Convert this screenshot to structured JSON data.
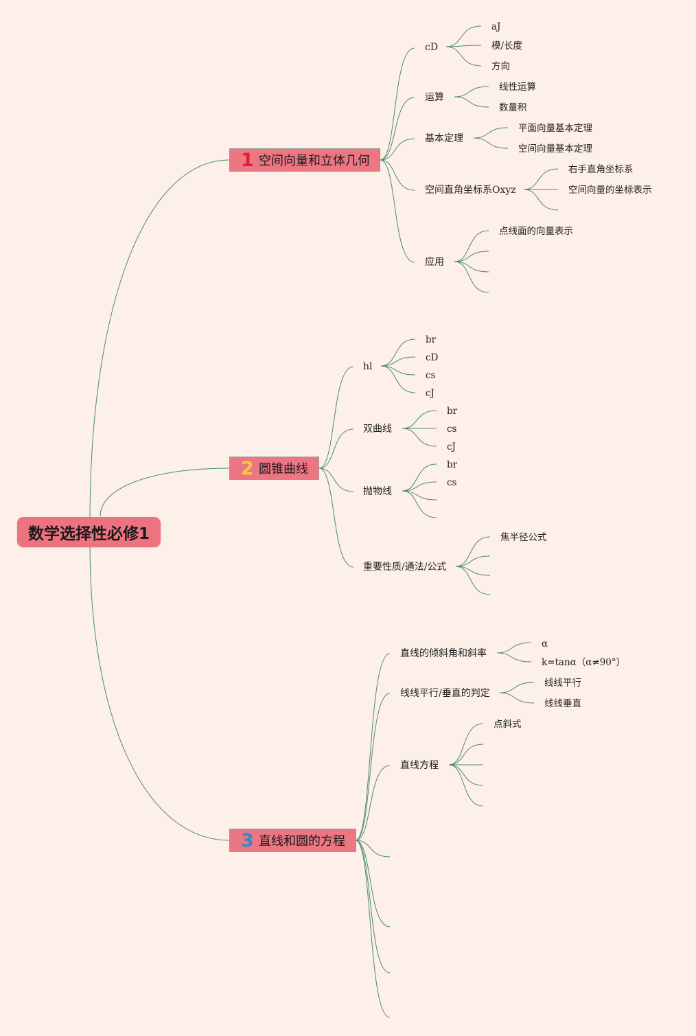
{
  "root": "数学选择性必修1",
  "colors": {
    "background": "#fdf0e8",
    "node": "#ec7681",
    "link": "#4a8a72",
    "num1": "#e02030",
    "num2": "#f5c842",
    "num3": "#3a86c8"
  },
  "branches": [
    {
      "num": "1",
      "label": "空间向量和立体几何",
      "children": [
        {
          "label": "cD",
          "children": [
            "aJ",
            "模/长度",
            "方向"
          ]
        },
        {
          "label": "运算",
          "children": [
            "线性运算",
            "数量积"
          ]
        },
        {
          "label": "基本定理",
          "children": [
            "平面向量基本定理",
            "空间向量基本定理"
          ]
        },
        {
          "label": "空间直角坐标系Oxyz",
          "children": [
            "右手直角坐标系",
            "空间向量的坐标表示",
            ""
          ]
        },
        {
          "label": "应用",
          "children": [
            "点线面的向量表示",
            "",
            "",
            ""
          ]
        }
      ]
    },
    {
      "num": "2",
      "label": "圆锥曲线",
      "children": [
        {
          "label": "hl",
          "children": [
            "br",
            "cD",
            "cs",
            "cJ"
          ]
        },
        {
          "label": "双曲线",
          "children": [
            "br",
            "cs",
            "cJ"
          ]
        },
        {
          "label": "抛物线",
          "children": [
            "br",
            "cs",
            "",
            ""
          ]
        },
        {
          "label": "重要性质/通法/公式",
          "children": [
            "焦半径公式",
            "",
            ""
          ]
        }
      ]
    },
    {
      "num": "3",
      "label": "直线和圆的方程",
      "children": [
        {
          "label": "直线的倾斜角和斜率",
          "children": [
            "α",
            "k=tanα（α≠90°）"
          ]
        },
        {
          "label": "线线平行/垂直的判定",
          "children": [
            "线线平行",
            "线线垂直"
          ]
        },
        {
          "label": "直线方程",
          "children": [
            "点斜式",
            "",
            "",
            "",
            ""
          ]
        },
        {
          "label": "",
          "children": []
        },
        {
          "label": "",
          "children": []
        },
        {
          "label": "",
          "children": []
        },
        {
          "label": "",
          "children": []
        }
      ]
    }
  ]
}
